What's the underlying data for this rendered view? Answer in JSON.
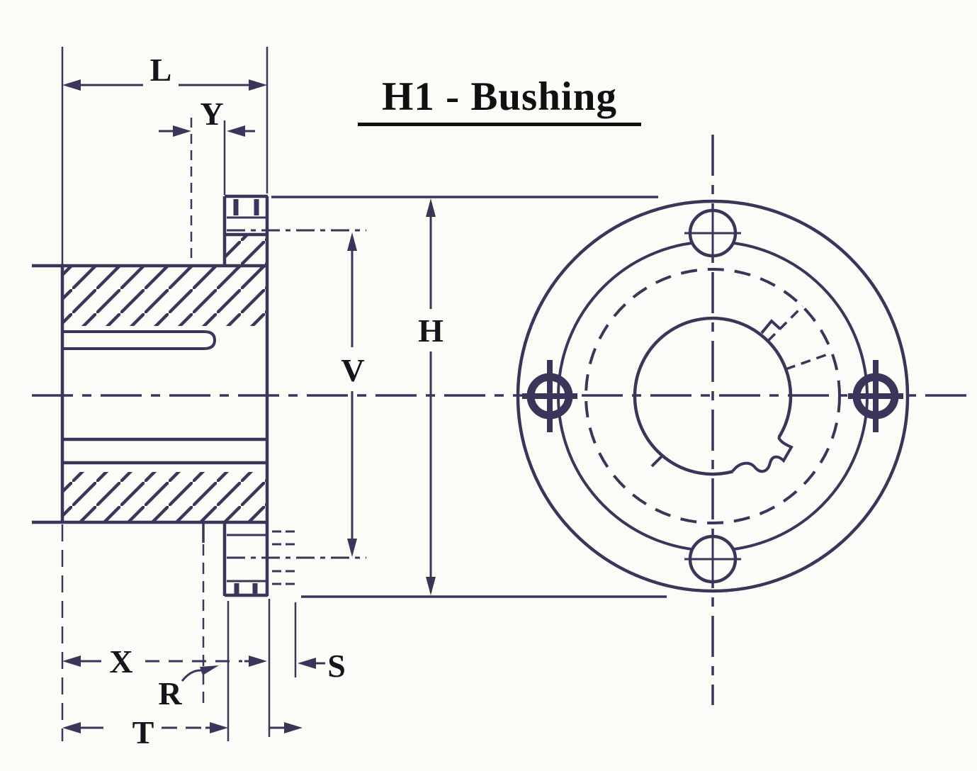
{
  "title": "H1 - Bushing",
  "dimension_labels": {
    "L": "L",
    "Y": "Y",
    "V": "V",
    "H": "H",
    "X": "X",
    "R": "R",
    "T": "T",
    "S": "S"
  },
  "colors": {
    "line": "#3c3559",
    "label_ink": "#15151d",
    "title_ink": "#101010",
    "background": "#fcfbf7"
  }
}
